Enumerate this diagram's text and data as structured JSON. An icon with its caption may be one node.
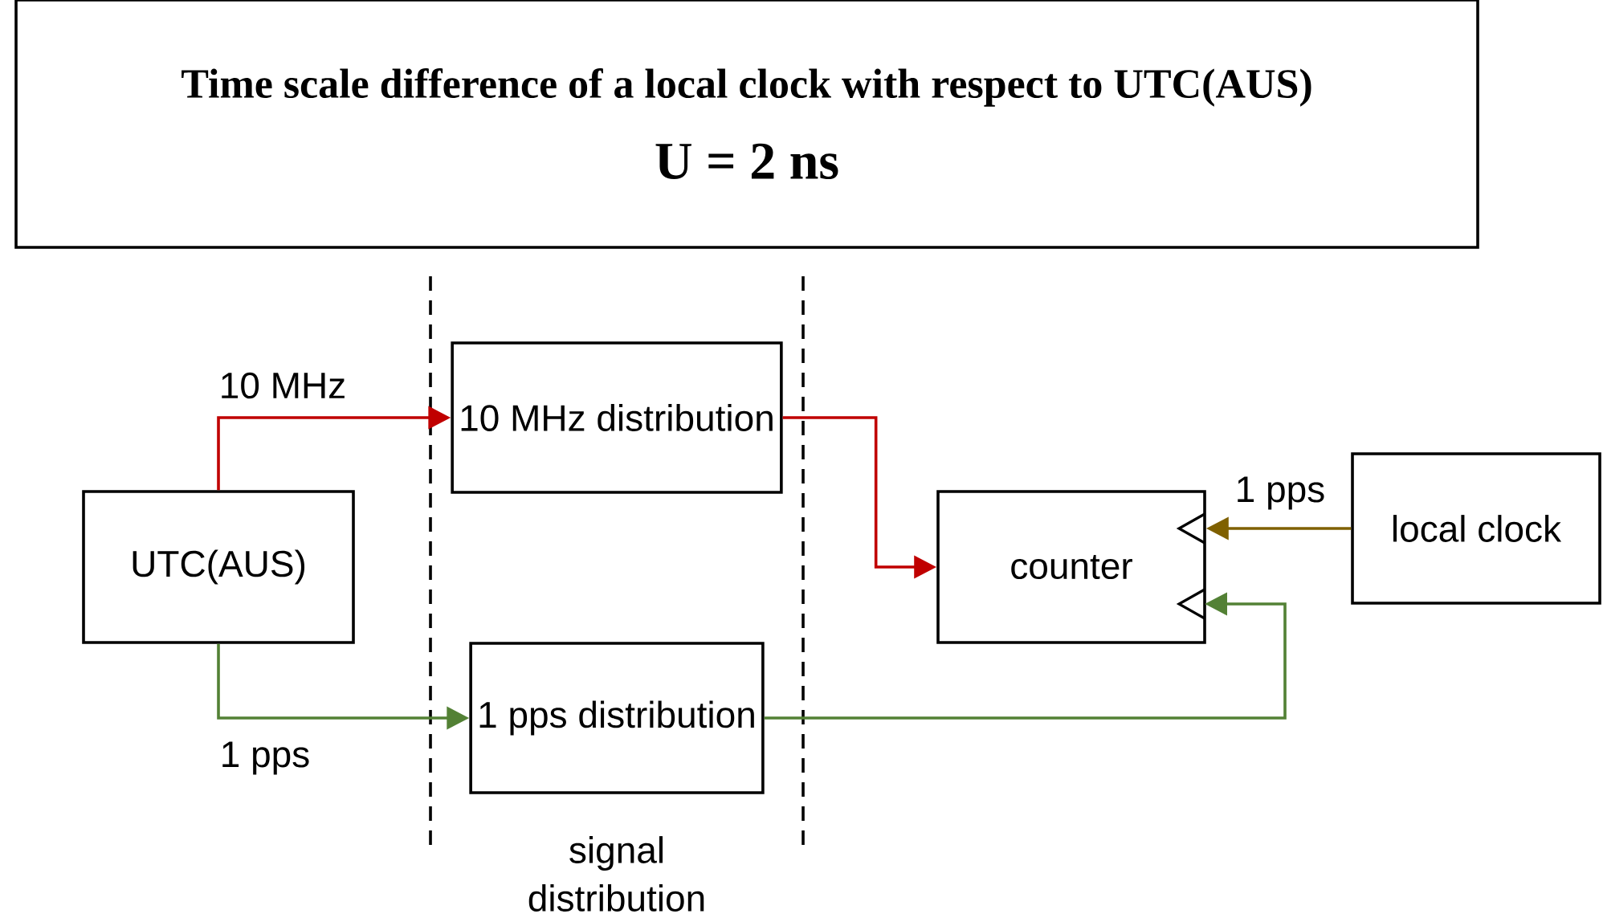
{
  "diagram": {
    "nodes": [
      {
        "text": [
          "Time scale difference of a local clock with respect to UTC(AUS)",
          "U = 2 ns"
        ]
      },
      {
        "text": [
          "UTC(AUS)"
        ]
      },
      {
        "text": [
          "10 MHz distribution"
        ]
      },
      {
        "text": [
          "1 pps distribution"
        ]
      },
      {
        "text": [
          "counter"
        ]
      },
      {
        "text": [
          "local clock"
        ]
      }
    ],
    "edges": [
      {
        "from": 1,
        "to": 2,
        "arrow": "to",
        "label": "10 MHz",
        "color": "#c00000"
      },
      {
        "from": 1,
        "to": 3,
        "arrow": "to",
        "label": "1 pps",
        "color": "#538135"
      },
      {
        "from": 2,
        "to": 4,
        "arrow": "to",
        "color": "#c00000"
      },
      {
        "from": 3,
        "to": 4,
        "arrow": "to",
        "color": "#538135"
      },
      {
        "from": 5,
        "to": 4,
        "arrow": "to",
        "label": "1 pps",
        "color": "#7f6000"
      }
    ],
    "labels": [
      "signal distribution"
    ]
  }
}
